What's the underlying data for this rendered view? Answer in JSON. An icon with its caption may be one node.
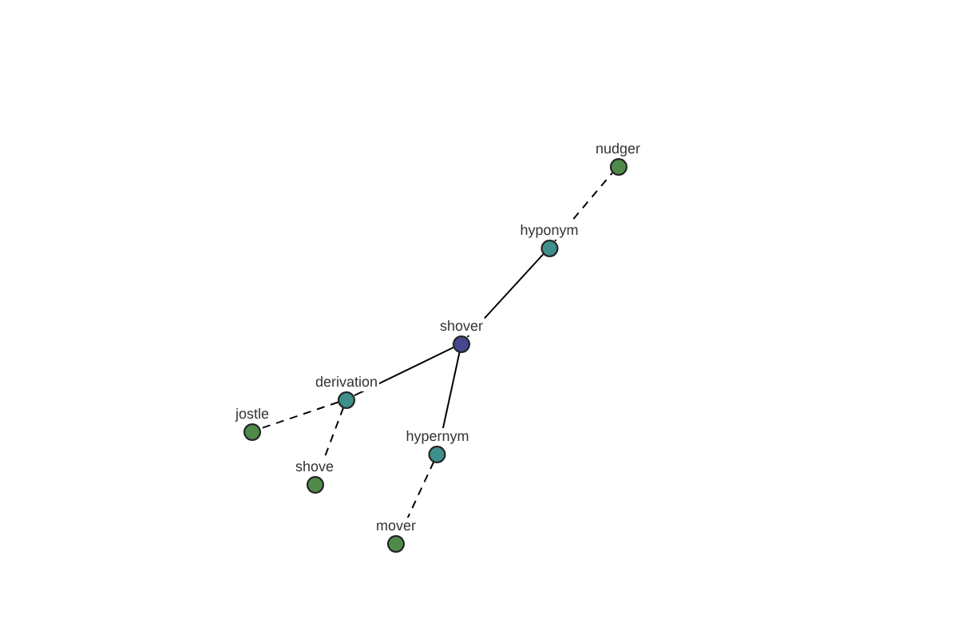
{
  "diagram": {
    "nodes": [
      {
        "text": [
          "nudger"
        ]
      },
      {
        "text": [
          "hyponym"
        ]
      },
      {
        "text": [
          "shover"
        ]
      },
      {
        "text": [
          "derivation"
        ]
      },
      {
        "text": [
          "jostle"
        ]
      },
      {
        "text": [
          "hypernym"
        ]
      },
      {
        "text": [
          "shove"
        ]
      },
      {
        "text": [
          "mover"
        ]
      }
    ],
    "edges": [
      {
        "from": 2,
        "to": 1,
        "arrow": "none"
      },
      {
        "from": 1,
        "to": 0,
        "arrow": "none",
        "style": "dashed"
      },
      {
        "from": 2,
        "to": 3,
        "arrow": "none"
      },
      {
        "from": 3,
        "to": 4,
        "arrow": "none",
        "style": "dashed"
      },
      {
        "from": 3,
        "to": 6,
        "arrow": "none",
        "style": "dashed"
      },
      {
        "from": 2,
        "to": 5,
        "arrow": "none"
      },
      {
        "from": 5,
        "to": 7,
        "arrow": "none",
        "style": "dashed"
      }
    ]
  }
}
